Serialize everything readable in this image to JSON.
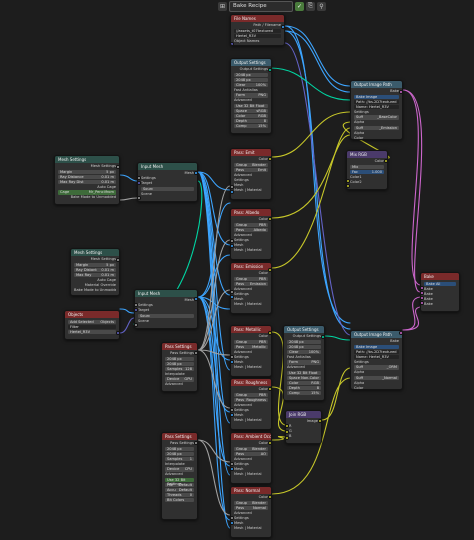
{
  "toolbar": {
    "title": "Bake Recipe",
    "check": "✓",
    "copy": "⎘",
    "pin": "⚲"
  },
  "nodes": {
    "file_names": {
      "title": "File Names",
      "path": "Path / Filename",
      "path_val": "//assets_t07textured",
      "name": "Hertel_R3V",
      "object_names": "Object Names"
    },
    "output_top": {
      "title": "Output Settings",
      "output_settings": "Output Settings",
      "w": "2048 px",
      "h": "2048 px",
      "clear": "Clear",
      "clear_val": "100%",
      "fast": "Fast Antialias",
      "format": "Form",
      "format_val": "PNG",
      "advanced": "Advanced",
      "bit": "Use 32 Bit Float",
      "space": "Space",
      "space_val": "sRGB",
      "color": "Color",
      "color_val": "RGB",
      "depth": "Depth",
      "depth_val": "8",
      "comp": "Comp",
      "comp_val": "15%"
    },
    "output_image_top": {
      "title": "Output Image Path",
      "bake": "Bake",
      "bake_image": "Bake Image",
      "path": "Path: //bs.2D7textured",
      "name": "Name: Hertel_R3V",
      "settings": "Settings",
      "suff1": "Suff",
      "suff1_val": "_BaseColor",
      "alpha1": "Alpha",
      "suff2": "Suff",
      "suff2_val": "_Emission",
      "alpha2": "Alpha",
      "color": "Color"
    },
    "mix_rgb": {
      "title": "Mix RGB",
      "color": "Color",
      "mix": "Mix",
      "fac": "Fac",
      "fac_val": "1.000",
      "color1": "Color1",
      "color2": "Color2"
    },
    "mesh_settings_top": {
      "title": "Mesh Settings",
      "mesh_settings": "Mesh Settings",
      "margin": "Margin",
      "margin_val": "5 px",
      "ray": "Ray Distance",
      "ray_val": "0.01 m",
      "max": "Max Ray Dist",
      "max_val": "0.01 m",
      "auto": "Auto Cage",
      "cage": "Cage",
      "cage_val": "Mr_Pencilfrom",
      "unwrap": "Bake Mode to Unmodded"
    },
    "input_mesh_top": {
      "title": "Input Mesh",
      "mesh": "Mesh",
      "settings": "Settings",
      "target": "Target",
      "source": "Sourc",
      "scene": "Scene"
    },
    "mesh_settings_mid": {
      "title": "Mesh Settings",
      "mesh_settings": "Mesh Settings",
      "margin": "Margin",
      "margin_val": "5 px",
      "ray": "Ray Distant",
      "ray_val": "0.01 m",
      "max": "Max Ray",
      "max_val": "0.01 m",
      "auto": "Auto Cage",
      "material": "Material Override",
      "unwrap": "Bake Mode to Unmodded"
    },
    "objects": {
      "title": "Objects",
      "add": "Add Selected",
      "objects": "Objects",
      "filter": "Filter",
      "item": "Hertel_R3V"
    },
    "input_mesh_mid": {
      "title": "Input Mesh",
      "mesh": "Mesh",
      "settings": "Settings",
      "target": "Target",
      "source": "Sourc",
      "scene": "Scene"
    },
    "pass_emit": {
      "title": "Pass: Emit",
      "color": "Color",
      "group": "Group",
      "group_val": "Blender",
      "pass": "Pass",
      "pass_val": "Emit",
      "advanced": "Advanced",
      "settings": "Settings",
      "mesh": "Mesh",
      "material": "Mesh | Material"
    },
    "pass_albedo": {
      "title": "Pass: Albedo",
      "color": "Color",
      "group": "Group",
      "group_val": "PBR",
      "pass": "Pass",
      "pass_val": "Albedo",
      "advanced": "Advanced",
      "settings": "Settings",
      "mesh": "Mesh",
      "material": "Mesh | Material"
    },
    "pass_emission": {
      "title": "Pass: Emission",
      "color": "Color",
      "group": "Group",
      "group_val": "PBR",
      "pass": "Pass",
      "pass_val": "Emission",
      "advanced": "Advanced",
      "settings": "Settings",
      "mesh": "Mesh",
      "material": "Mesh | Material"
    },
    "pass_settings_a": {
      "title": "Pass Settings",
      "pass_settings": "Pass Settings",
      "w": "2048 px",
      "h": "2048 px",
      "samples": "Samples",
      "samples_val": "128",
      "interp": "Interpolate",
      "device": "Device",
      "device_val": "GPU",
      "advanced": "Advanced"
    },
    "pass_metallic": {
      "title": "Pass: Metallic",
      "color": "Color",
      "group": "Group",
      "group_val": "PBR",
      "pass": "Pass",
      "pass_val": "Metallic",
      "advanced": "Advanced",
      "settings": "Settings",
      "mesh": "Mesh",
      "material": "Mesh | Material"
    },
    "output_mid": {
      "title": "Output Settings",
      "output_settings": "Output Settings",
      "w": "2048 px",
      "h": "2048 px",
      "clear": "Clear",
      "clear_val": "100%",
      "fast": "Fast Antialias",
      "format": "Form",
      "format_val": "PNG",
      "advanced": "Advanced",
      "bit": "Use 32 Bit Float",
      "space": "Space",
      "space_val": "Non-Color",
      "color": "Color",
      "color_val": "RGB",
      "depth": "Depth",
      "depth_val": "8",
      "comp": "Comp",
      "comp_val": "15%"
    },
    "output_image_mid": {
      "title": "Output Image Path",
      "bake": "Bake",
      "bake_image": "Bake Image",
      "path": "Path: //bs.2D7textured",
      "name": "Name: Hertel_R3V",
      "settings": "Settings",
      "suff1": "Suff",
      "suff1_val": "_ORM",
      "alpha1": "Alpha",
      "suff2": "Suff",
      "suff2_val": "_Normal",
      "alpha2": "Alpha",
      "color": "Color"
    },
    "bake_main": {
      "title": "Bake",
      "bake": "Bake All",
      "b1": "Bake",
      "b2": "Bake",
      "b3": "Bake",
      "b4": "Bake"
    },
    "pass_roughness": {
      "title": "Pass: Roughness",
      "color": "Color",
      "group": "Group",
      "group_val": "PBR",
      "pass": "Pass",
      "pass_val": "Roughness",
      "advanced": "Advanced",
      "settings": "Settings",
      "mesh": "Mesh",
      "material": "Mesh | Material"
    },
    "join_rgb": {
      "title": "Join RGB",
      "image": "Image",
      "r": "R",
      "g": "G",
      "b": "B"
    },
    "pass_ao": {
      "title": "Pass: Ambient Occlusion",
      "color": "Color",
      "group": "Group",
      "group_val": "Blender",
      "pass": "Pass",
      "pass_val": "AO",
      "advanced": "Advanced",
      "settings": "Settings",
      "mesh": "Mesh",
      "material": "Mesh | Material"
    },
    "pass_settings_b": {
      "title": "Pass Settings",
      "pass_settings": "Pass Settings",
      "w": "2048 px",
      "h": "2048 px",
      "samples": "Samples",
      "samples_val": "1",
      "interp": "Interpolate",
      "device": "Device",
      "device_val": "CPU",
      "advanced": "Advanced",
      "bit": "Use 32 Bit Settings",
      "file": "File",
      "file_val": "Default",
      "acc": "Accu",
      "acc_val": "Default",
      "threads": "Threads",
      "threads_val": "0",
      "bake_colors": "Bit Colors"
    },
    "pass_normal": {
      "title": "Pass: Normal",
      "color": "Color",
      "group": "Group",
      "group_val": "Blender",
      "pass": "Pass",
      "pass_val": "Normal",
      "advanced": "Advanced",
      "settings": "Settings",
      "mesh": "Mesh",
      "material": "Mesh | Material"
    }
  }
}
